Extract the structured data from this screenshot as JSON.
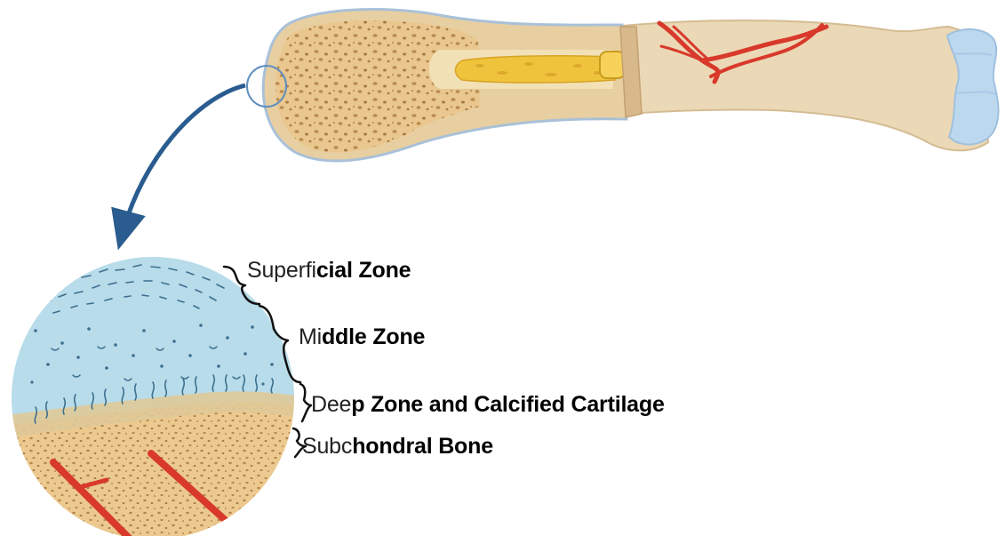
{
  "figure": {
    "zones": [
      {
        "id": "superficial",
        "label_light": "Superfi",
        "label_bold": "cial Zone"
      },
      {
        "id": "middle",
        "label_light": "Mi",
        "label_bold": "ddle Zone"
      },
      {
        "id": "deep",
        "label_light": "Dee",
        "label_bold": "p Zone and Calcified Cartilage"
      },
      {
        "id": "subchondral",
        "label_light": "Subc",
        "label_bold": "hondral Bone"
      }
    ],
    "colors": {
      "bone_shaft": "#ead5b3",
      "spongy_bone": "#e8c489",
      "pore": "#b8864a",
      "marrow": "#f0c23a",
      "articular_cartilage": "#b9d7ee",
      "cartilage_zone": "#b7dce9",
      "blood_vessel": "#d8392b",
      "arrow": "#2a5c8f"
    }
  }
}
